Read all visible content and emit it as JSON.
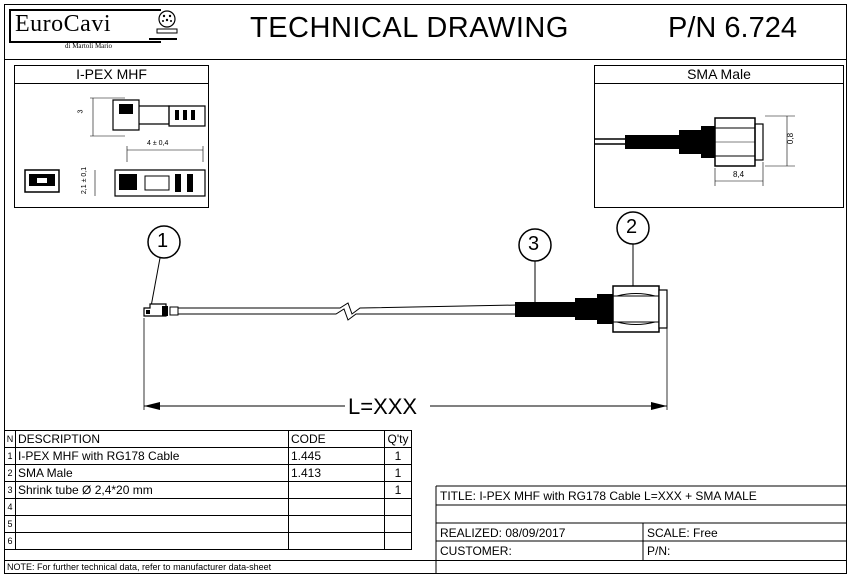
{
  "header": {
    "logo_name": "EuroCavi",
    "logo_sub": "di Martoli Mario",
    "title": "TECHNICAL DRAWING",
    "part_number": "P/N 6.724"
  },
  "panels": {
    "left_title": "I-PEX MHF",
    "left_dim_height": "3",
    "left_dim_width": "4 ± 0,4",
    "left_dim_thickness": "2,1 ± 0,1",
    "right_title": "SMA Male",
    "right_dim_width": "8,4",
    "right_dim_height": "0,8"
  },
  "drawing": {
    "callout_1": "1",
    "callout_2": "2",
    "callout_3": "3",
    "length_label": "L=XXX"
  },
  "bom": {
    "headers": {
      "n": "N",
      "description": "DESCRIPTION",
      "code": "CODE",
      "qty": "Q'ty"
    },
    "rows": [
      {
        "n": "1",
        "description": "I-PEX MHF with RG178 Cable",
        "code": "1.445",
        "qty": "1"
      },
      {
        "n": "2",
        "description": "SMA Male",
        "code": "1.413",
        "qty": "1"
      },
      {
        "n": "3",
        "description": "Shrink tube Ø 2,4*20 mm",
        "code": "",
        "qty": "1"
      },
      {
        "n": "4",
        "description": "",
        "code": "",
        "qty": ""
      },
      {
        "n": "5",
        "description": "",
        "code": "",
        "qty": ""
      },
      {
        "n": "6",
        "description": "",
        "code": "",
        "qty": ""
      }
    ],
    "note": "NOTE: For further technical data, refer to manufacturer data-sheet"
  },
  "title_block": {
    "title": "TITLE: I-PEX MHF with RG178 Cable L=XXX + SMA MALE",
    "realized": "REALIZED: 08/09/2017",
    "scale": "SCALE: Free",
    "customer": "CUSTOMER:",
    "pn": "P/N:"
  }
}
